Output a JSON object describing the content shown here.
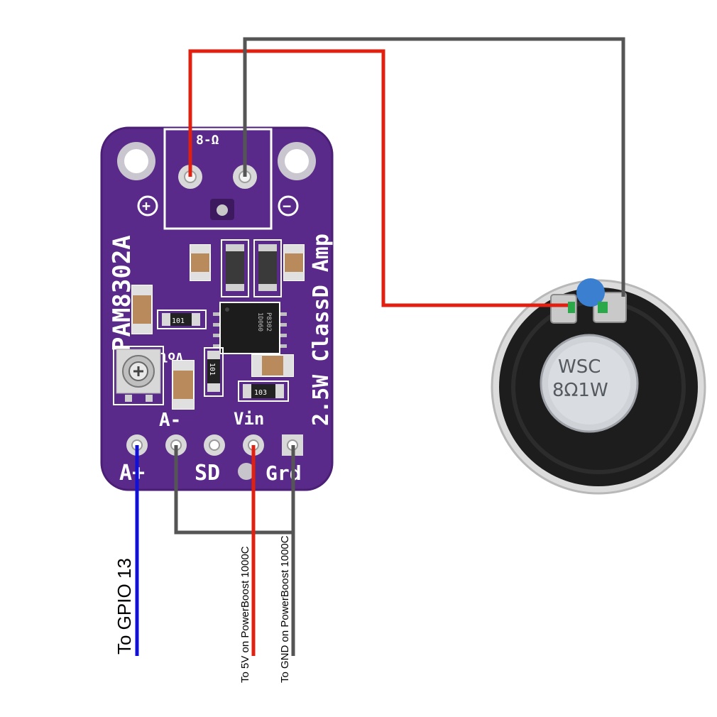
{
  "board": {
    "chip_name": "PAM8302A",
    "amp_title": "2.5W ClassD Amp",
    "speaker_out_label": "8-Ω",
    "plus_symbol": "+",
    "minus_symbol": "−",
    "vol_label": "Vol",
    "ic_marking_1": "P8302",
    "ic_marking_2": "1D060",
    "resistors": [
      "101",
      "101",
      "103"
    ],
    "pins": {
      "a_plus": "A+",
      "a_minus": "A-",
      "sd": "SD",
      "vin": "Vin",
      "gnd": "Grd"
    }
  },
  "speaker": {
    "brand": "WSC",
    "rating": "8Ω1W"
  },
  "wires": {
    "gpio": {
      "label": "To GPIO 13",
      "color": "#1010d8"
    },
    "vin": {
      "label": "To 5V on PowerBoost 1000C",
      "color": "#e02010"
    },
    "gnd": {
      "label": "To GND on PowerBoost 1000C",
      "color": "#555555"
    },
    "speaker_plus_color": "#e02010",
    "speaker_minus_color": "#555555"
  },
  "colors": {
    "pcb": "#5a2a8a",
    "pcb_edge": "#4a1f75",
    "silkscreen": "#ffffff",
    "pad": "#d8d8d8"
  }
}
